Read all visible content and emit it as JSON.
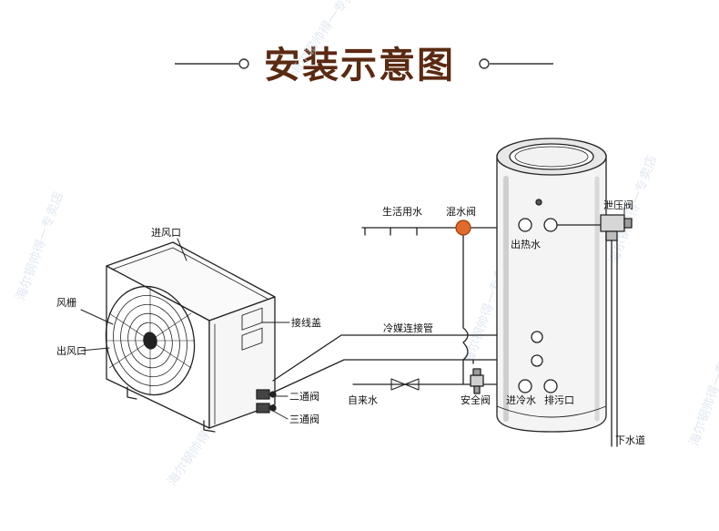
{
  "title": "安装示意图",
  "colors": {
    "title": "#5b2a12",
    "line": "#222222",
    "mixing_valve": "#e06a2a",
    "watermark": "#c9d6e6"
  },
  "labels": {
    "air_inlet": "进风口",
    "grille": "风栅",
    "air_outlet": "出风口",
    "junction_box": "接线盖",
    "two_way_valve": "二通阀",
    "three_way_valve": "三通阀",
    "domestic_water": "生活用水",
    "mixing_valve": "混水阀",
    "pressure_relief_valve": "泄压阀",
    "hot_water_outlet": "出热水",
    "refrigerant_pipe": "冷媒连接管",
    "tap_water": "自来水",
    "safety_valve": "安全阀",
    "cold_water_inlet": "进冷水",
    "drain_outlet": "排污口",
    "sewer": "下水道"
  },
  "watermarks": [
    "海尔钢帅得一专卖店",
    "海尔钢帅得一专卖店",
    "海尔钢帅得一专卖店",
    "海尔钢帅得一专卖店",
    "海尔钢帅得一专卖店",
    "海尔钢帅得一专卖店"
  ]
}
